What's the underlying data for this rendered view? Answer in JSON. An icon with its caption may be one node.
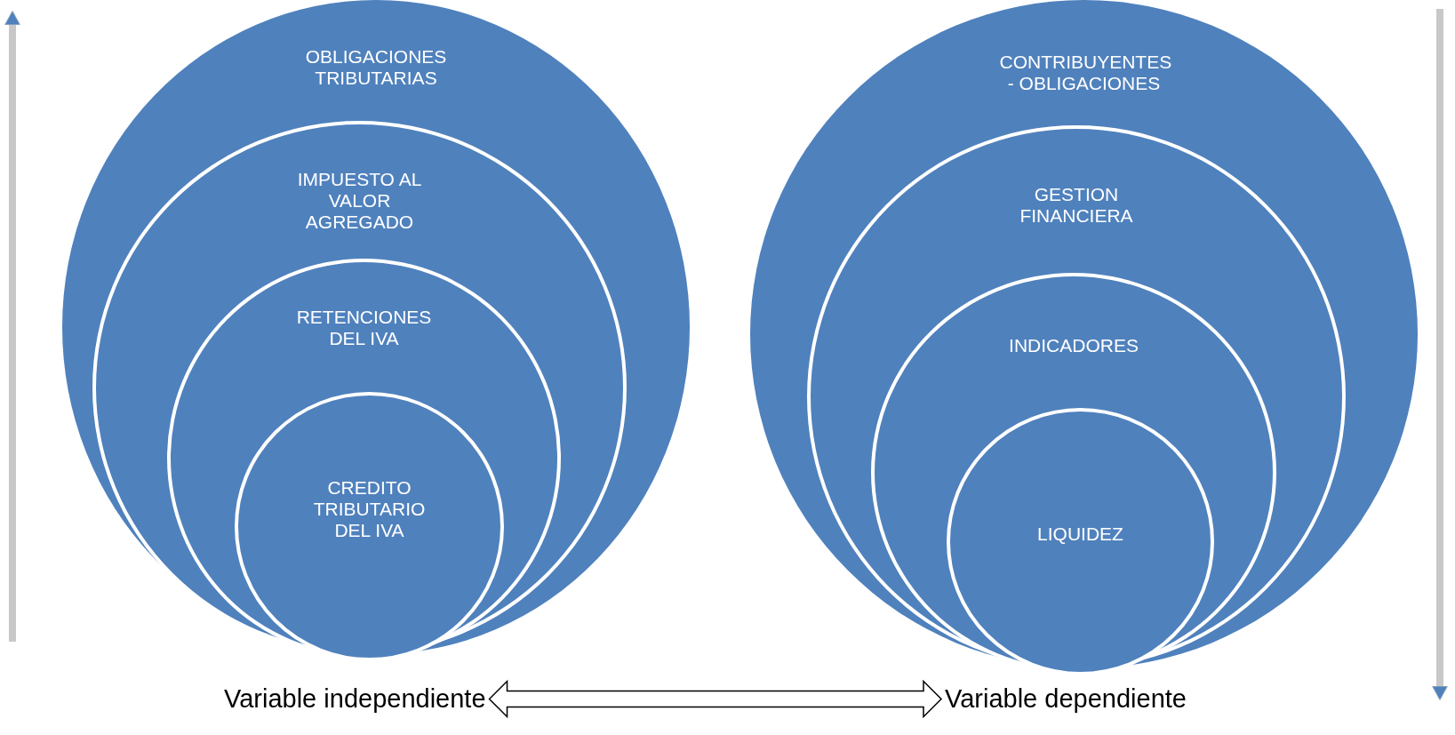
{
  "diagram": {
    "nodes": [
      {
        "text": [
          "OBLIGACIONES TRIBUTARIAS"
        ]
      },
      {
        "text": [
          "IMPUESTO AL VALOR AGREGADO"
        ],
        "in": 0
      },
      {
        "text": [
          "RETENCIONES DEL IVA"
        ],
        "in": 1
      },
      {
        "text": [
          "CREDITO TRIBUTARIO DEL IVA"
        ],
        "in": 2
      },
      {
        "text": [
          "CONTRIBUYENTES - OBLIGACIONES"
        ]
      },
      {
        "text": [
          "GESTION FINANCIERA"
        ],
        "in": 4
      },
      {
        "text": [
          "INDICADORES"
        ],
        "in": 5
      },
      {
        "text": [
          "LIQUIDEZ"
        ],
        "in": 6
      },
      {
        "text": [
          "Variable independiente"
        ]
      },
      {
        "text": [
          "Variable dependiente"
        ]
      }
    ],
    "edges": [
      {
        "from": 8,
        "to": 9,
        "arrow": "both"
      }
    ]
  }
}
